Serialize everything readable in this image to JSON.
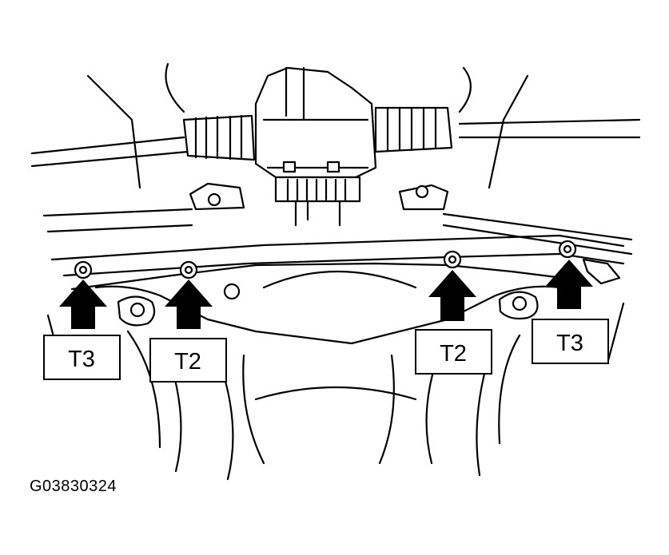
{
  "callouts": [
    {
      "id": "left-outer",
      "label": "T3"
    },
    {
      "id": "left-inner",
      "label": "T2"
    },
    {
      "id": "right-inner",
      "label": "T2"
    },
    {
      "id": "right-outer",
      "label": "T3"
    }
  ],
  "figure_id": "G03830324"
}
